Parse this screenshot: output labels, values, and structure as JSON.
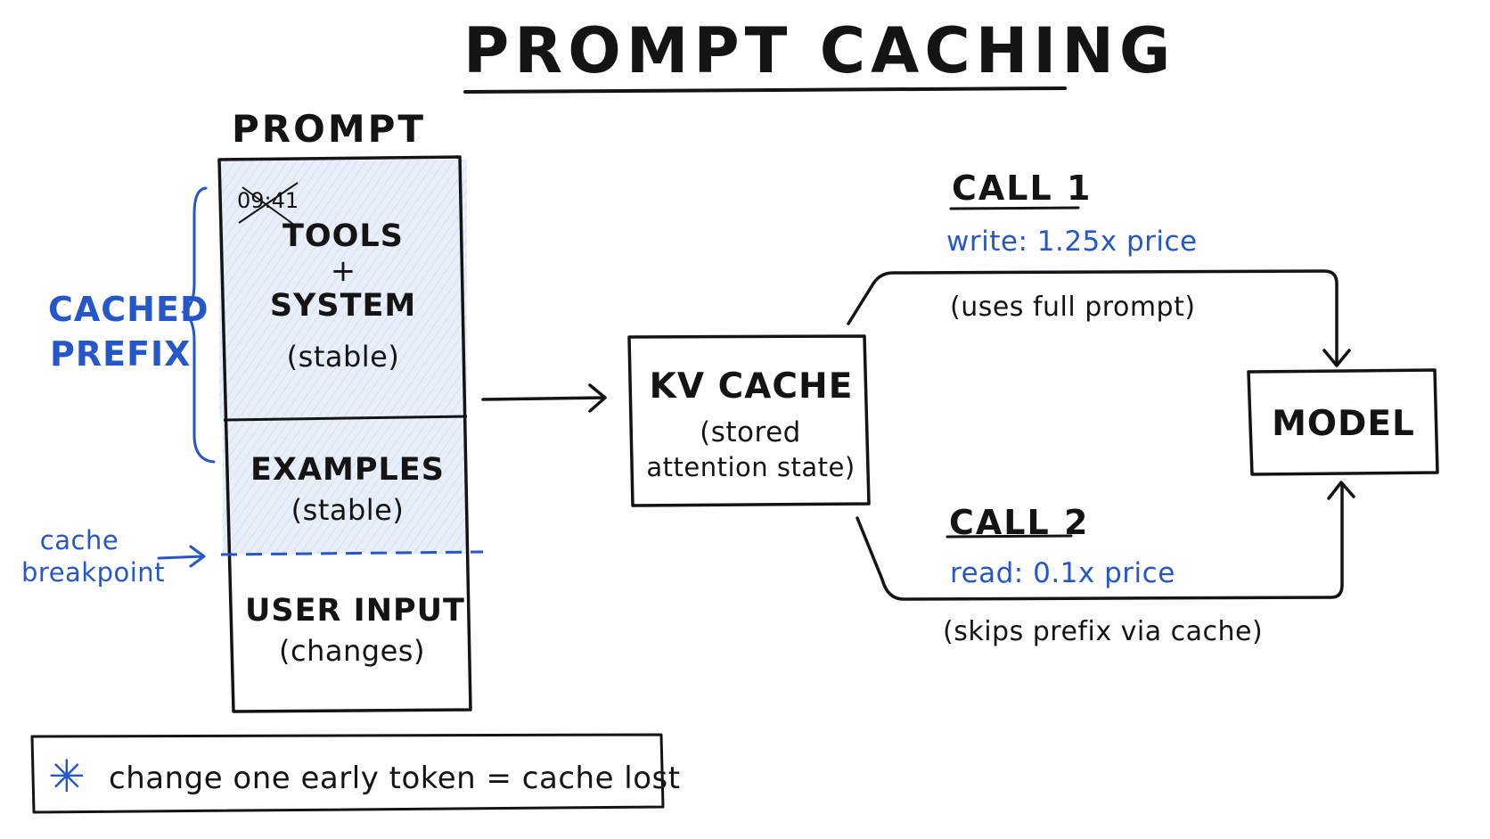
{
  "title": "PROMPT CACHING",
  "prompt": {
    "header": "PROMPT",
    "timestamp": "09:41",
    "tools_line1": "TOOLS",
    "tools_plus": "+",
    "tools_line2": "SYSTEM",
    "tools_note": "(stable)",
    "examples_label": "EXAMPLES",
    "examples_note": "(stable)",
    "user_label": "USER INPUT",
    "user_note": "(changes)"
  },
  "cached_prefix": {
    "line1": "CACHED",
    "line2": "PREFIX"
  },
  "breakpoint": {
    "line1": "cache",
    "line2": "breakpoint"
  },
  "kv_cache": {
    "label": "KV CACHE",
    "note1": "(stored",
    "note2": "attention state)"
  },
  "model": {
    "label": "MODEL"
  },
  "call1": {
    "label": "CALL 1",
    "price": "write: 1.25x price",
    "note": "(uses full prompt)"
  },
  "call2": {
    "label": "CALL 2",
    "price": "read: 0.1x price",
    "note": "(skips prefix via cache)"
  },
  "footnote": {
    "icon": "asterisk-icon",
    "text": "change one early token = cache lost"
  },
  "colors": {
    "ink": "#141414",
    "accent": "#2557c8",
    "shade": "#e6eefa"
  }
}
